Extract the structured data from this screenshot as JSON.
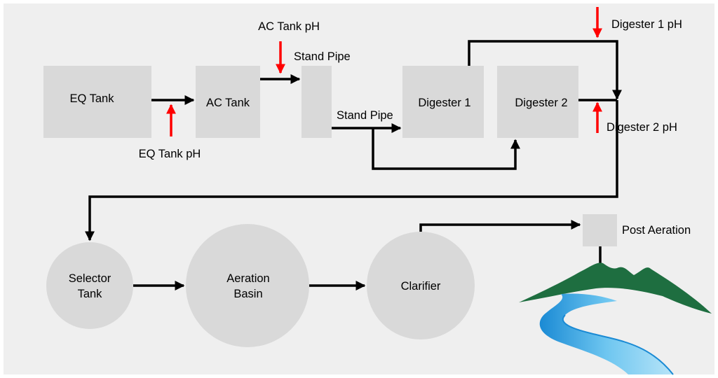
{
  "colors": {
    "background": "#efefef",
    "box_fill": "#d9d9d9",
    "flow_line": "#000000",
    "ph_marker": "#ff0000",
    "mountain": "#1e6e40",
    "river_light": "#6ec6f0",
    "river_dark": "#1a8ad4"
  },
  "nodes": {
    "eq_tank": "EQ Tank",
    "ac_tank": "AC Tank",
    "digester_1": "Digester 1",
    "digester_2": "Digester 2",
    "selector_tank": [
      "Selector",
      "Tank"
    ],
    "aeration_basin": [
      "Aeration",
      "Basin"
    ],
    "clarifier": "Clarifier",
    "post_aeration": "Post Aeration",
    "stand_pipe_1": "Stand Pipe",
    "stand_pipe_2": "Stand Pipe"
  },
  "ph_labels": {
    "eq_tank": "EQ Tank pH",
    "ac_tank": "AC Tank pH",
    "digester_1": "Digester 1 pH",
    "digester_2": "Digester 2 pH"
  },
  "icons": {
    "discharge": "mountain-river-icon"
  }
}
